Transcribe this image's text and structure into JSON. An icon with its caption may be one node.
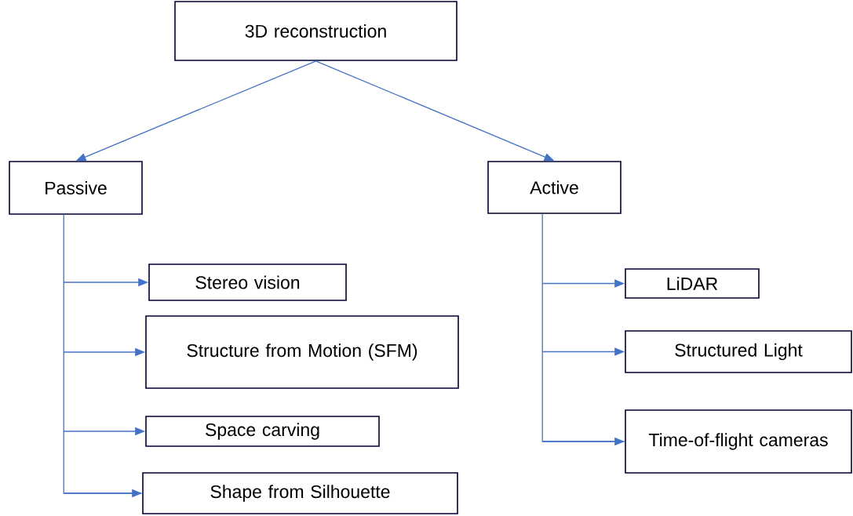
{
  "diagram": {
    "nodes": [
      {
        "text": [
          "3D reconstruction"
        ]
      },
      {
        "text": [
          "Passive"
        ]
      },
      {
        "text": [
          "Active"
        ]
      },
      {
        "text": [
          "Stereo vision"
        ]
      },
      {
        "text": [
          "Structure from Motion (SFM)"
        ]
      },
      {
        "text": [
          "Space carving"
        ]
      },
      {
        "text": [
          "Shape from Silhouette"
        ]
      },
      {
        "text": [
          "LiDAR"
        ]
      },
      {
        "text": [
          "Structured Light"
        ]
      },
      {
        "text": [
          "Time-of-flight cameras"
        ]
      }
    ],
    "edges": [
      {
        "from": 0,
        "to": 1,
        "arrow": "to"
      },
      {
        "from": 0,
        "to": 2,
        "arrow": "to"
      },
      {
        "from": 1,
        "to": 3,
        "arrow": "to"
      },
      {
        "from": 1,
        "to": 4,
        "arrow": "to"
      },
      {
        "from": 1,
        "to": 5,
        "arrow": "to"
      },
      {
        "from": 1,
        "to": 6,
        "arrow": "to"
      },
      {
        "from": 2,
        "to": 7,
        "arrow": "to"
      },
      {
        "from": 2,
        "to": 8,
        "arrow": "to"
      },
      {
        "from": 2,
        "to": 9,
        "arrow": "to"
      }
    ]
  }
}
